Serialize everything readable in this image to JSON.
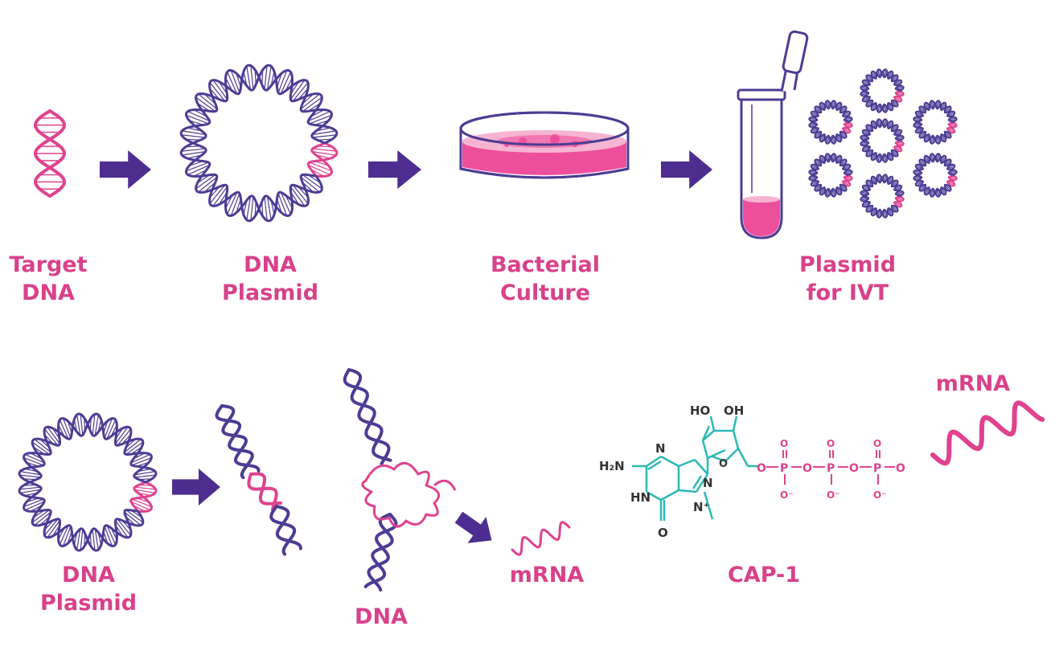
{
  "colors": {
    "pink": "#e0428e",
    "label_pink": "#d9418a",
    "purple": "#4a3d94",
    "arrow": "#4d2e90",
    "teal": "#2bb8b5",
    "media": "#ee4f9c",
    "media_light": "#f7b3d2"
  },
  "row1": {
    "target_dna": {
      "line1": "Target",
      "line2": "DNA"
    },
    "dna_plasmid": {
      "line1": "DNA",
      "line2": "Plasmid"
    },
    "bacterial_culture": {
      "line1": "Bacterial",
      "line2": "Culture"
    },
    "plasmid_ivt": {
      "line1": "Plasmid",
      "line2": "for IVT"
    }
  },
  "row2": {
    "dna_plasmid": {
      "line1": "DNA",
      "line2": "Plasmid"
    },
    "dna": "DNA",
    "mrna_small": "mRNA",
    "cap1": "CAP-1",
    "mrna_large": "mRNA"
  },
  "cap1_structure": {
    "h2n": "H₂N",
    "n": "N",
    "hn": "HN",
    "o": "O",
    "ho": "HO",
    "oh": "OH",
    "p": "P",
    "o_minus": "O⁻",
    "n_plus": "N⁺"
  },
  "icons": [
    "target-dna-helix-icon",
    "dna-plasmid-icon",
    "petri-dish-icon",
    "microcentrifuge-tube-icon",
    "plasmid-cluster-icon",
    "linearized-dna-icon",
    "transcription-complex-icon",
    "mrna-strand-icon",
    "cap1-structure-icon",
    "arrow-icon"
  ]
}
